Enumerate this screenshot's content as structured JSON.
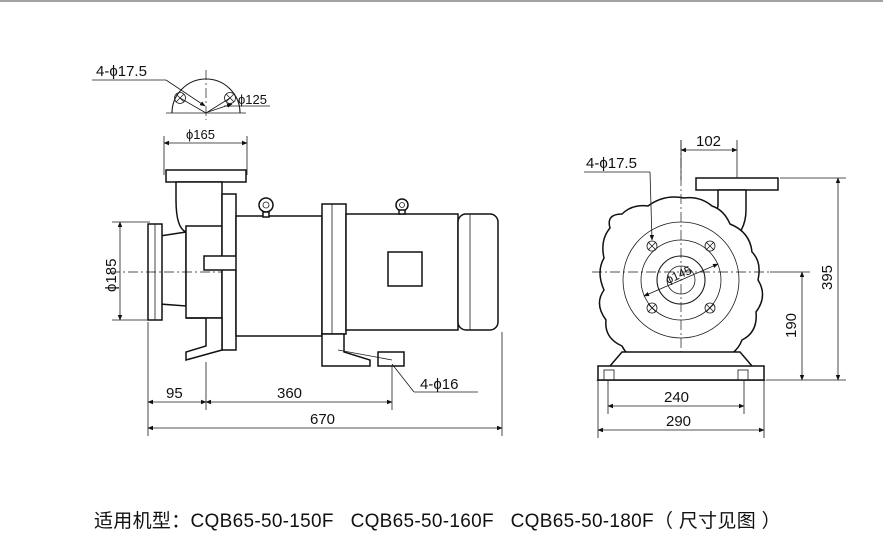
{
  "side_view": {
    "holes_label": "4-ϕ17.5",
    "pcd_label": "ϕ125",
    "flange_label": "ϕ165",
    "inlet_label": "ϕ185",
    "dim_95": "95",
    "dim_360": "360",
    "dim_670": "670",
    "foot_holes_label": "4-ϕ16"
  },
  "end_view": {
    "dim_102": "102",
    "holes_label": "4-ϕ17.5",
    "pcd_label": "ϕ145",
    "dim_395": "395",
    "dim_190": "190",
    "dim_240": "240",
    "dim_290": "290"
  },
  "caption": {
    "prefix": "适用机型：",
    "models": [
      "CQB65-50-150F",
      "CQB65-50-160F",
      "CQB65-50-180F"
    ],
    "suffix": "（ 尺寸见图 ）"
  }
}
